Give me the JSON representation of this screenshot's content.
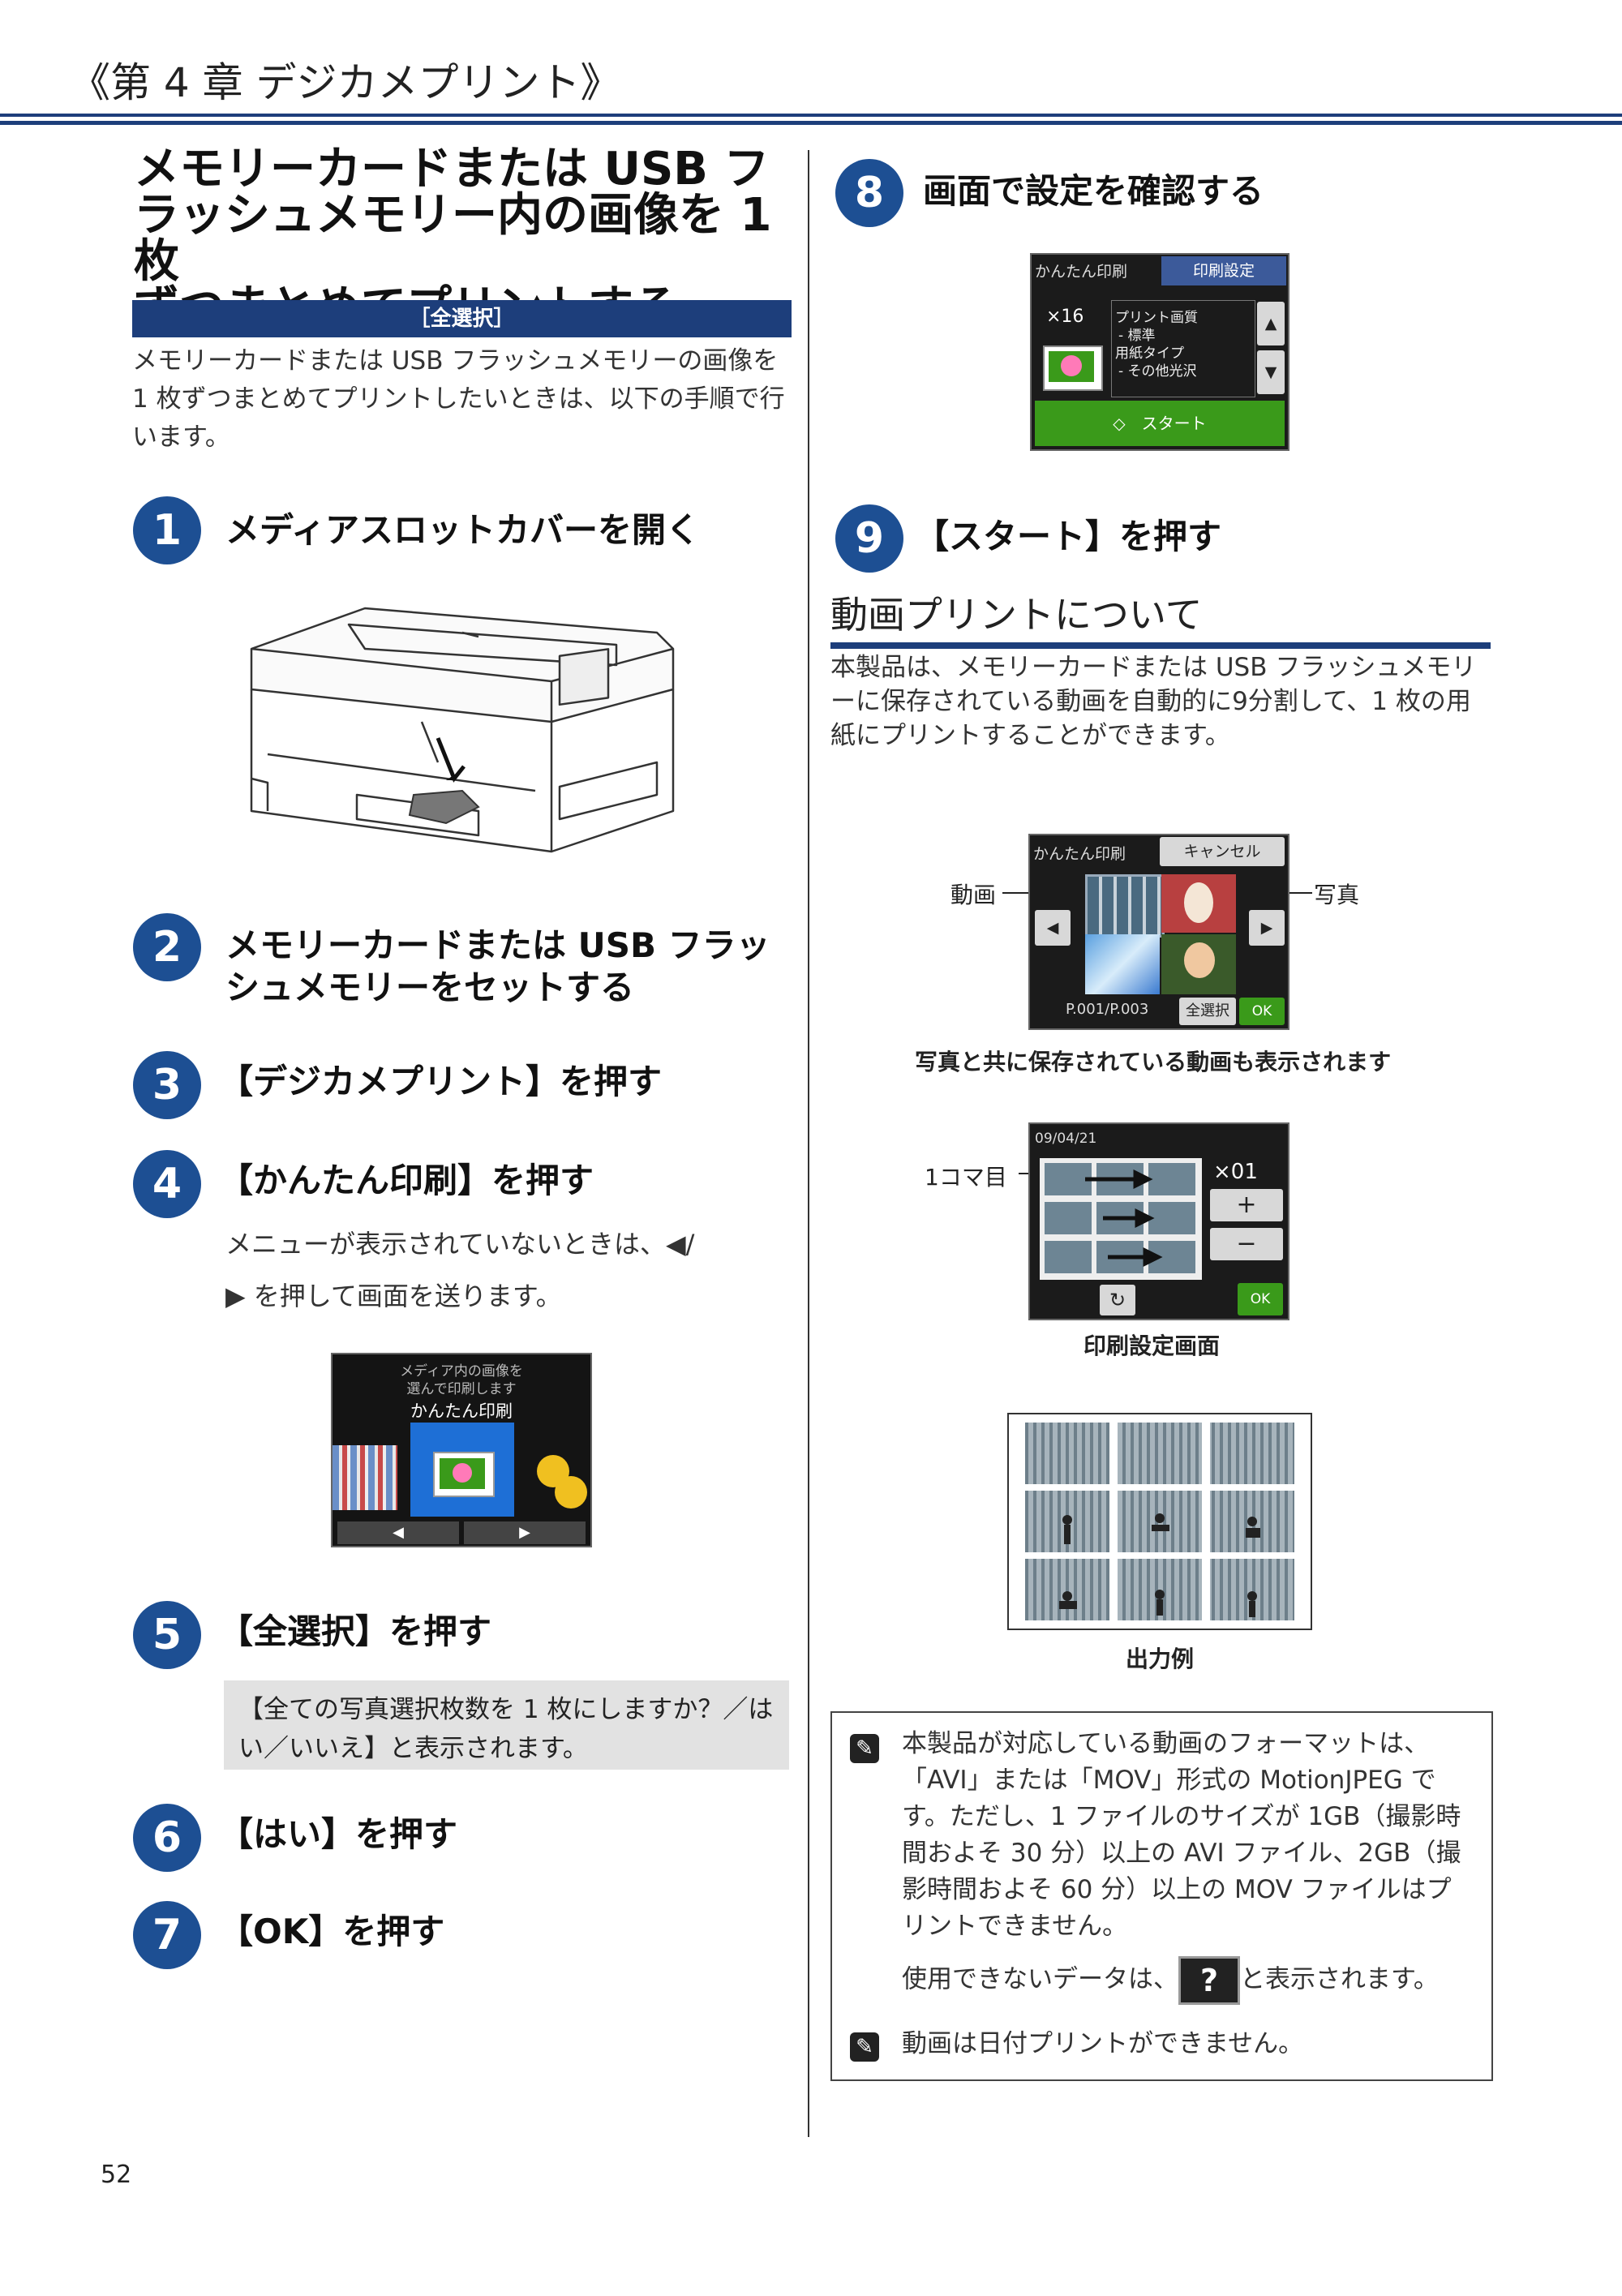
{
  "header": {
    "chapter": "《第 4 章 デジカメプリント》"
  },
  "left": {
    "title_lines": [
      "メモリーカードまたは USB フ",
      "ラッシュメモリー内の画像を 1 枚",
      "ずつまとめてプリントする"
    ],
    "tag": "［全選択］",
    "intro": "メモリーカードまたは USB フラッシュメモリーの画像を 1 枚ずつまとめてプリントしたいときは、以下の手順で行います。",
    "steps": [
      {
        "num": "1",
        "title": "メディアスロットカバーを開く"
      },
      {
        "num": "2",
        "title_lines": [
          "メモリーカードまたは USB フラッ",
          "シュメモリーをセットする"
        ]
      },
      {
        "num": "3",
        "title": "【デジカメプリント】を押す"
      },
      {
        "num": "4",
        "title": "【かんたん印刷】を押す",
        "desc_line1": "メニューが表示されていないときは、◀/",
        "desc_line2": "▶ を押して画面を送ります。"
      },
      {
        "num": "5",
        "title": "【全選択】を押す",
        "note": "【全ての写真選択枚数を 1 枚にしますか？／はい／いいえ】と表示されます。"
      },
      {
        "num": "6",
        "title": "【はい】を押す"
      },
      {
        "num": "7",
        "title": "【OK】を押す"
      }
    ],
    "lcd4": {
      "line1": "メディア内の画像を",
      "line2": "選んで印刷します",
      "label": "かんたん印刷",
      "left_arrow": "◀",
      "right_arrow": "▶"
    }
  },
  "right": {
    "step8": {
      "num": "8",
      "title": "画面で設定を確認する"
    },
    "lcd8": {
      "tab1": "かんたん印刷",
      "tab2": "印刷設定",
      "count": "×16",
      "setting1": "プリント画質",
      "value1": "- 標準",
      "setting2": "用紙タイプ",
      "value2": "- その他光沢",
      "up": "▲",
      "down": "▼",
      "start": "◇　スタート"
    },
    "step9": {
      "num": "9",
      "title": "【スタート】を押す"
    },
    "section_title": "動画プリントについて",
    "section_text": "本製品は、メモリーカードまたは USB フラッシュメモリーに保存されている動画を自動的に9分割して、1 枚の用紙にプリントすることができます。",
    "lcd_a": {
      "tab1": "かんたん印刷",
      "cancel": "キャンセル",
      "page": "P.001/P.003",
      "select_all": "全選択",
      "ok": "OK",
      "left": "◀",
      "right": "▶",
      "callout_left": "動画",
      "callout_right": "写真"
    },
    "caption_a": "写真と共に保存されている動画も表示されます",
    "lcd_b": {
      "date": "09/04/21",
      "count": "×01",
      "plus": "+",
      "minus": "−",
      "ok": "OK",
      "rotate": "↻",
      "callout": "1コマ目"
    },
    "caption_b": "印刷設定画面",
    "caption_c": "出力例",
    "notes": {
      "icon": "✎",
      "note1": "本製品が対応している動画のフォーマットは、「AVI」または「MOV」形式の MotionJPEG です。ただし、1 ファイルのサイズが 1GB（撮影時間およそ 30 分）以上の AVI ファイル、2GB（撮影時間およそ 60 分）以上の MOV ファイルはプリントできません。",
      "note1b_pre": "使用できないデータは、",
      "qmark": "?",
      "note1b_post": "と表示されます。",
      "note2": "動画は日付プリントができません。"
    }
  },
  "footer": {
    "page": "52"
  },
  "colors": {
    "navy": "#1d3e7b",
    "step_blue": "#1d4f93",
    "lcd_green": "#3a9a1a"
  }
}
